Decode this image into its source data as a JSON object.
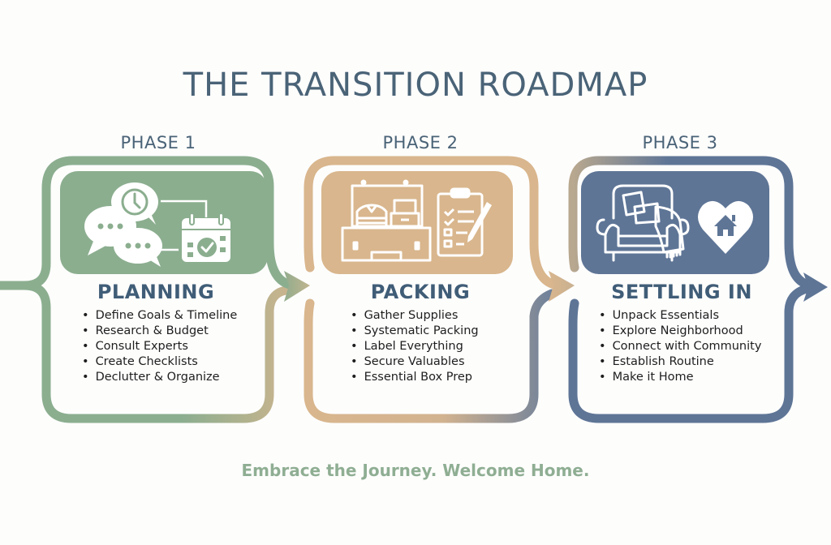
{
  "title": "THE TRANSITION ROADMAP",
  "tagline": "Embrace the Journey. Welcome Home.",
  "colors": {
    "phase1": "#8bae8f",
    "phase2": "#d9b68d",
    "phase3": "#5e7596",
    "title_text": "#4a6377",
    "phase_title_text": "#405d77",
    "tagline_text": "#8fae93"
  },
  "phases": [
    {
      "label": "PHASE 1",
      "title": "PLANNING",
      "icons": [
        "chat-bubbles-icon",
        "clock-icon",
        "calendar-check-icon"
      ],
      "tasks": [
        "Define Goals & Timeline",
        "Research & Budget",
        "Consult Experts",
        "Create Checklists",
        "Declutter & Organize"
      ]
    },
    {
      "label": "PHASE 2",
      "title": "PACKING",
      "icons": [
        "open-suitcase-icon",
        "clipboard-checklist-icon",
        "pencil-icon"
      ],
      "tasks": [
        "Gather Supplies",
        "Systematic Packing",
        "Label Everything",
        "Secure Valuables",
        "Essential Box Prep"
      ]
    },
    {
      "label": "PHASE 3",
      "title": "SETTLING IN",
      "icons": [
        "armchair-icon",
        "heart-home-icon"
      ],
      "tasks": [
        "Unpack Essentials",
        "Explore Neighborhood",
        "Connect with Community",
        "Establish Routine",
        "Make it Home"
      ]
    }
  ]
}
